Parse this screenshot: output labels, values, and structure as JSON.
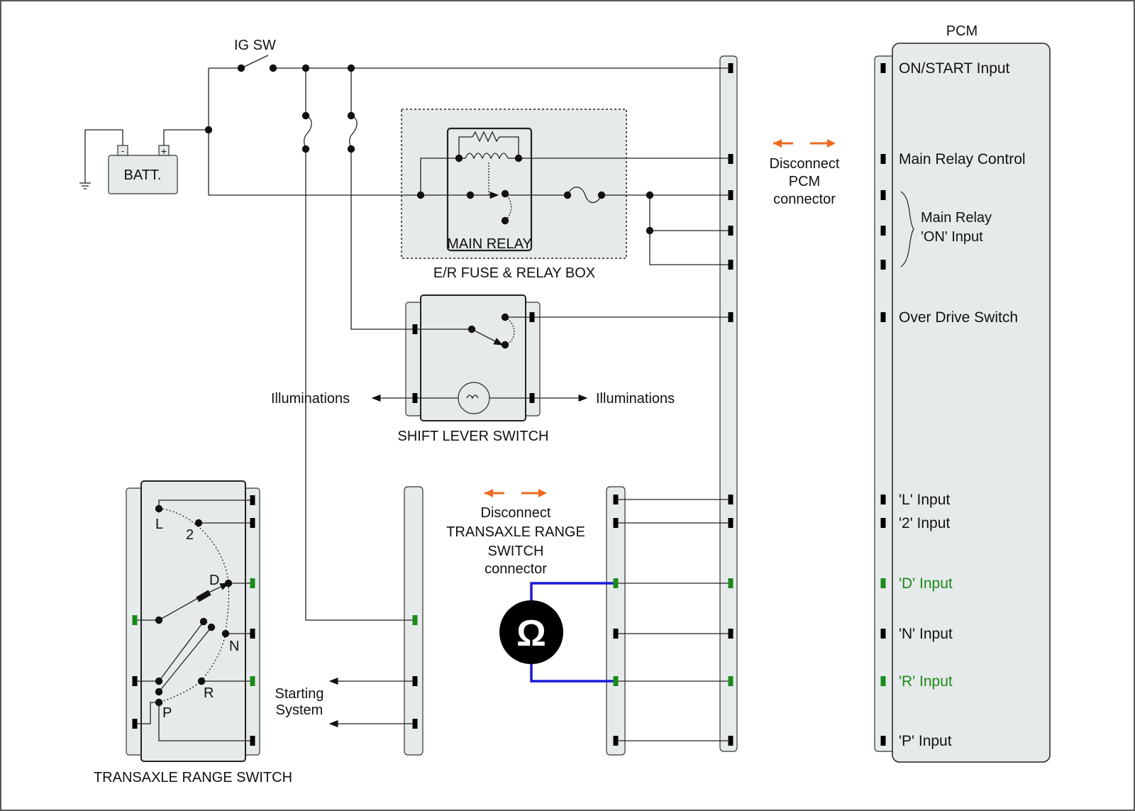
{
  "labels": {
    "ig_sw": "IG SW",
    "batt": "BATT.",
    "batt_minus": "-",
    "batt_plus": "+",
    "main_relay": "MAIN RELAY",
    "fuse_box": "E/R FUSE & RELAY BOX",
    "shift_lever_switch": "SHIFT LEVER SWITCH",
    "illum_left": "Illuminations",
    "illum_right": "Illuminations",
    "disconnect_pcm": [
      "Disconnect",
      "PCM",
      "connector"
    ],
    "disconnect_trs": [
      "Disconnect",
      "TRANSAXLE RANGE",
      "SWITCH",
      "connector"
    ],
    "starting_system": [
      "Starting",
      "System"
    ],
    "transaxle_range_switch": "TRANSAXLE RANGE SWITCH",
    "positions": {
      "L": "L",
      "2": "2",
      "D": "D",
      "N": "N",
      "R": "R",
      "P": "P"
    },
    "ohm": "Ω",
    "pcm": "PCM"
  },
  "pcm_pins": [
    {
      "label": "ON/START Input",
      "active": false
    },
    {
      "label": "Main Relay Control",
      "active": false
    },
    {
      "label": "Over Drive Switch",
      "active": false
    },
    {
      "label": "'L' Input",
      "active": false
    },
    {
      "label": "'2' Input",
      "active": false
    },
    {
      "label": "'D' Input",
      "active": true
    },
    {
      "label": "'N' Input",
      "active": false
    },
    {
      "label": "'R' Input",
      "active": true
    },
    {
      "label": "'P' Input",
      "active": false
    }
  ],
  "main_relay_on_input": [
    "Main Relay",
    "'ON' Input"
  ],
  "colors": {
    "active_pin": "#1a8a1a",
    "disconnect_arrow": "#ee6a1f",
    "meter_lead": "#1a1ad6",
    "panel_fill": "#e6eaea"
  }
}
